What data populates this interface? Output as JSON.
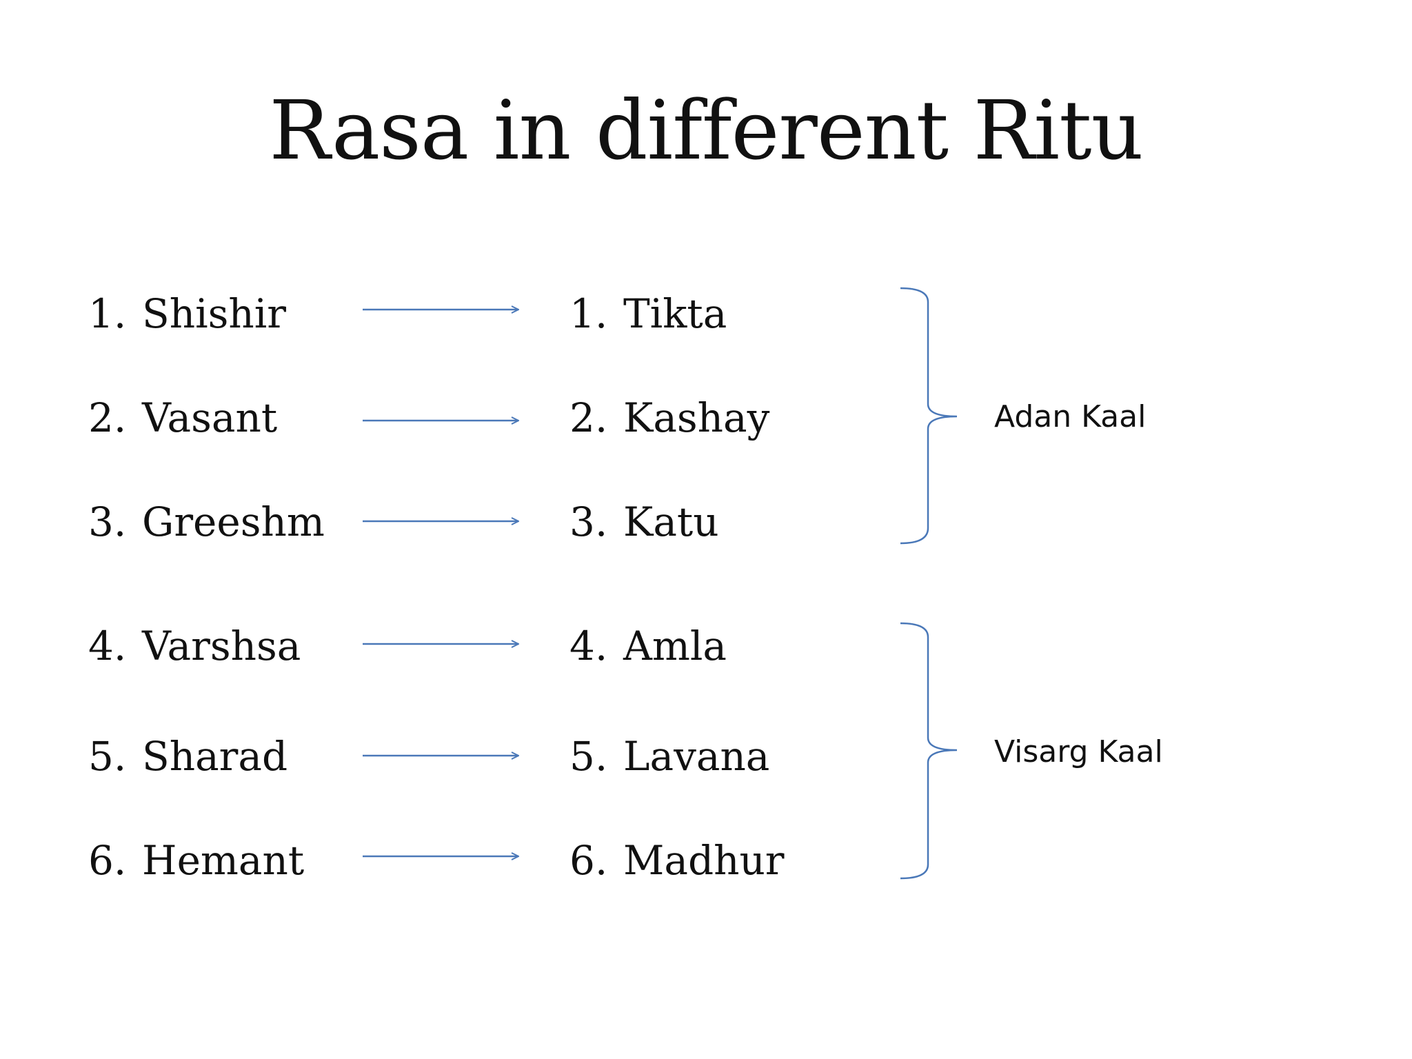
{
  "title": "Rasa in different Ritu",
  "ritu": [
    {
      "num": "1.",
      "name": "Shishir"
    },
    {
      "num": "2.",
      "name": "Vasant"
    },
    {
      "num": "3.",
      "name": "Greeshm"
    },
    {
      "num": "4.",
      "name": "Varshsa"
    },
    {
      "num": "5.",
      "name": "Sharad"
    },
    {
      "num": "6.",
      "name": "Hemant"
    }
  ],
  "rasa": [
    {
      "num": "1.",
      "name": "Tikta"
    },
    {
      "num": "2.",
      "name": "Kashay"
    },
    {
      "num": "3.",
      "name": "Katu"
    },
    {
      "num": "4.",
      "name": "Amla"
    },
    {
      "num": "5.",
      "name": "Lavana"
    },
    {
      "num": "6.",
      "name": "Madhur"
    }
  ],
  "groups": [
    {
      "label": "Adan Kaal"
    },
    {
      "label": "Visarg Kaal"
    }
  ],
  "colors": {
    "connector": "#4a78b8",
    "text": "#111111"
  }
}
